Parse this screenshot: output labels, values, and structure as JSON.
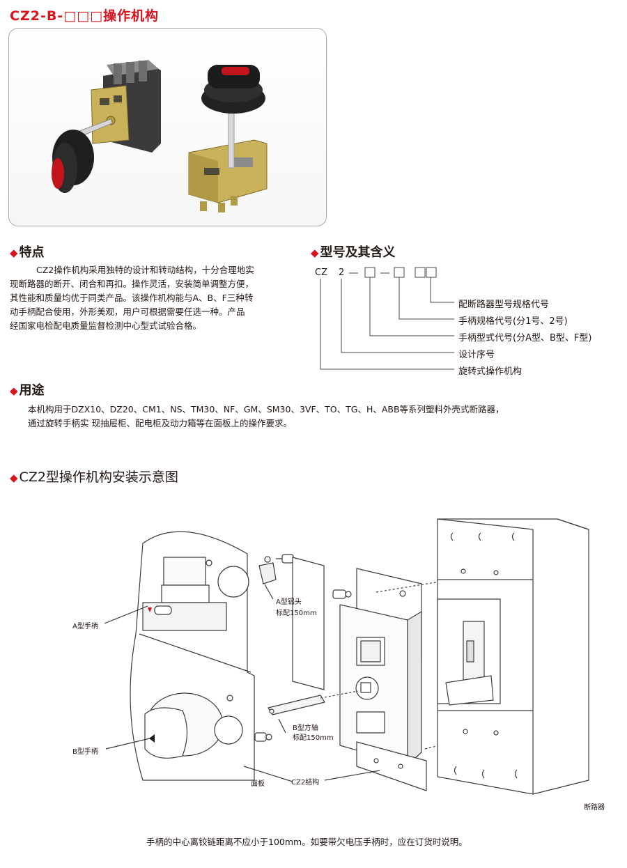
{
  "header": {
    "title": "CZ2-B-□□□操作机构"
  },
  "features": {
    "title": "特点",
    "lines": [
      "CZ2操作机构采用独特的设计和转动结构，十分合理地实",
      "现断路器的断开、闭合和再扣。操作灵活，安装简单调整方便，",
      "其性能和质量均优于同类产品。该操作机构能与A、B、F三种转",
      "动手柄配合使用，外形美观，用户可根据需要任选一种。产品",
      "经国家电检配电质量监督检测中心型式试验合格。"
    ]
  },
  "model": {
    "title": "型号及其含义",
    "code_cz": "CZ",
    "code_2": "2",
    "labels": [
      "配断路器型号规格代号",
      "手柄规格代号(分1号、2号)",
      "手柄型式代号(分A型、B型、F型)",
      "设计序号",
      "旋转式操作机构"
    ]
  },
  "usage": {
    "title": "用途",
    "lines": [
      "本机构用于DZX10、DZ20、CM1、NS、TM30、NF、GM、SM30、3VF、TO、TG、H、ABB等系列塑料外壳式断路器，",
      "通过旋转手柄实 现抽屉柜、配电柜及动力箱等在面板上的操作要求。"
    ]
  },
  "diagram": {
    "title": "CZ2型操作机构安装示意图",
    "labels": {
      "a_handle": "A型手柄",
      "a_head": "A型铝头",
      "a_head_std": "标配150mm",
      "b_handle": "B型手柄",
      "b_shaft": "B型方轴",
      "b_shaft_std": "标配150mm",
      "panel": "面板",
      "cz2": "CZ2结构",
      "breaker": "断路器"
    }
  },
  "footnote": "手柄的中心离铰链距离不应小于100mm。如要带欠电压手柄时，应在订货时说明。",
  "colors": {
    "accent": "#d7141c",
    "text": "#231815",
    "line": "#4a4a4a"
  }
}
